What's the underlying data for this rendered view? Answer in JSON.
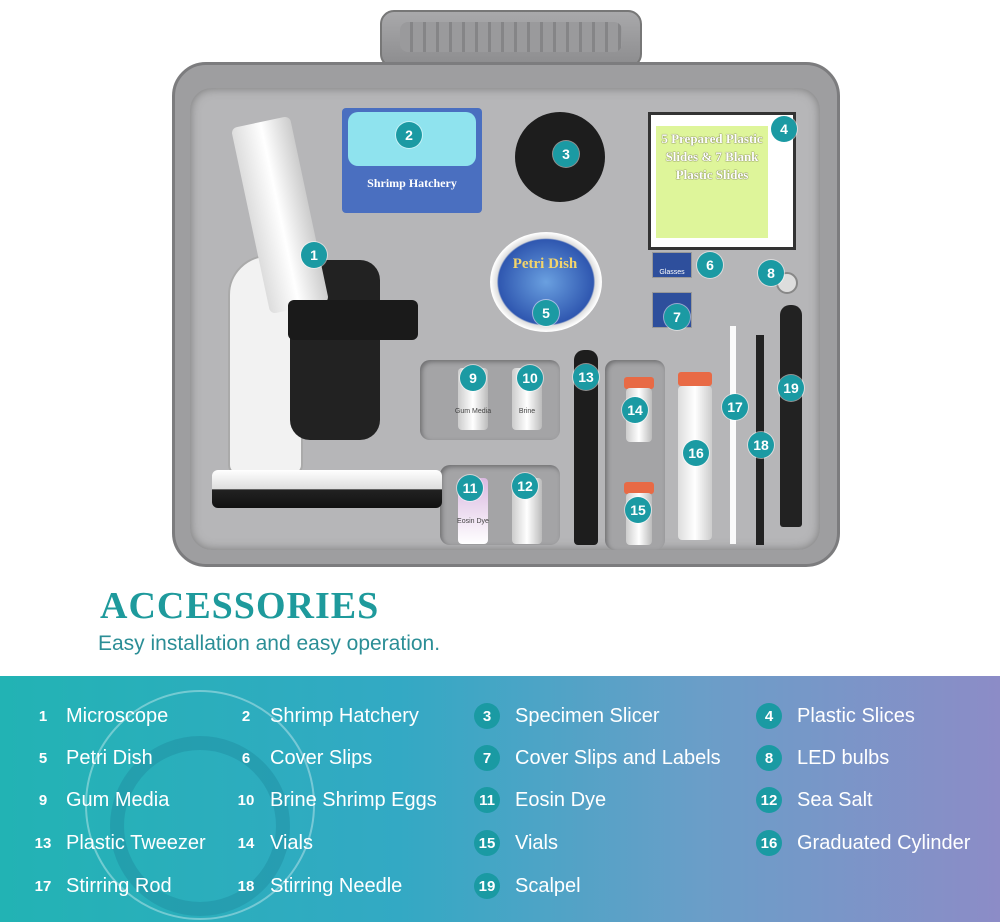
{
  "product_labels": {
    "hatchery": "Shrimp Hatchery",
    "petri": "Petri Dish",
    "slides": "5 Prepared Plastic Slides & 7 Blank Plastic Slides",
    "cover_slips": "Glasses",
    "gum_media": "Gum Media",
    "brine": "Brine",
    "eosin": "Eosin Dye"
  },
  "markers": [
    "1",
    "2",
    "3",
    "4",
    "5",
    "6",
    "7",
    "8",
    "9",
    "10",
    "11",
    "12",
    "13",
    "14",
    "15",
    "16",
    "17",
    "18",
    "19"
  ],
  "heading": {
    "title": "ACCESSORIES",
    "subtitle": "Easy installation and easy operation."
  },
  "accent_color": "#1e9a9c",
  "legend": [
    {
      "n": "1",
      "label": "Microscope"
    },
    {
      "n": "2",
      "label": "Shrimp Hatchery"
    },
    {
      "n": "3",
      "label": "Specimen Slicer"
    },
    {
      "n": "4",
      "label": "Plastic Slices"
    },
    {
      "n": "5",
      "label": "Petri Dish"
    },
    {
      "n": "6",
      "label": "Cover Slips"
    },
    {
      "n": "7",
      "label": "Cover Slips and Labels"
    },
    {
      "n": "8",
      "label": "LED bulbs"
    },
    {
      "n": "9",
      "label": "Gum Media"
    },
    {
      "n": "10",
      "label": "Brine Shrimp Eggs"
    },
    {
      "n": "11",
      "label": "Eosin Dye"
    },
    {
      "n": "12",
      "label": "Sea Salt"
    },
    {
      "n": "13",
      "label": "Plastic Tweezer"
    },
    {
      "n": "14",
      "label": "Vials"
    },
    {
      "n": "15",
      "label": "Vials"
    },
    {
      "n": "16",
      "label": "Graduated Cylinder"
    },
    {
      "n": "17",
      "label": "Stirring Rod"
    },
    {
      "n": "18",
      "label": "Stirring Needle"
    },
    {
      "n": "19",
      "label": "Scalpel"
    }
  ]
}
